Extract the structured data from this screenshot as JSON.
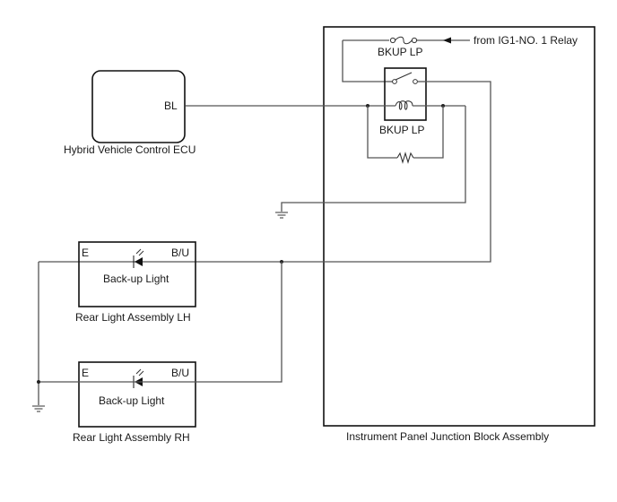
{
  "diagram": {
    "type": "wiring-schematic",
    "components": {
      "ecu": {
        "name": "Hybrid Vehicle Control ECU",
        "terminal": "BL"
      },
      "junction_block": {
        "name": "Instrument Panel Junction Block Assembly",
        "fuse_label": "BKUP LP",
        "relay_label": "BKUP LP",
        "source_label": "from IG1-NO. 1 Relay"
      },
      "rear_lh": {
        "name": "Rear Light Assembly LH",
        "inner": "Back-up Light",
        "terminal_left": "E",
        "terminal_right": "B/U"
      },
      "rear_rh": {
        "name": "Rear Light Assembly RH",
        "inner": "Back-up Light",
        "terminal_left": "E",
        "terminal_right": "B/U"
      }
    },
    "colors": {
      "wire": "#555555",
      "outline": "#111111",
      "text": "#1a1a1a"
    }
  }
}
